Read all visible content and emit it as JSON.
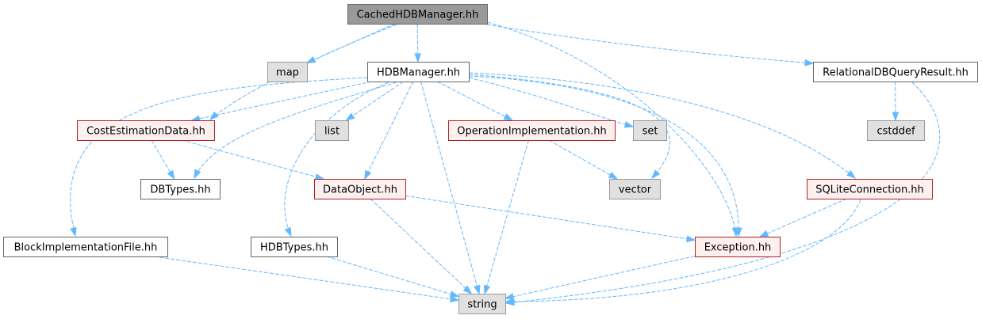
{
  "graph": {
    "nodes": [
      {
        "id": "cached",
        "label": "CachedHDBManager.hh",
        "kind": "root"
      },
      {
        "id": "map",
        "label": "map",
        "kind": "system"
      },
      {
        "id": "hdbmanager",
        "label": "HDBManager.hh",
        "kind": "normal"
      },
      {
        "id": "relational",
        "label": "RelationalDBQueryResult.hh",
        "kind": "normal"
      },
      {
        "id": "costest",
        "label": "CostEstimationData.hh",
        "kind": "incomplete"
      },
      {
        "id": "list",
        "label": "list",
        "kind": "system"
      },
      {
        "id": "opimpl",
        "label": "OperationImplementation.hh",
        "kind": "incomplete"
      },
      {
        "id": "set",
        "label": "set",
        "kind": "system"
      },
      {
        "id": "cstddef",
        "label": "cstddef",
        "kind": "system"
      },
      {
        "id": "dbtypes",
        "label": "DBTypes.hh",
        "kind": "normal"
      },
      {
        "id": "dataobject",
        "label": "DataObject.hh",
        "kind": "incomplete"
      },
      {
        "id": "vector",
        "label": "vector",
        "kind": "system"
      },
      {
        "id": "sqlite",
        "label": "SQLiteConnection.hh",
        "kind": "incomplete"
      },
      {
        "id": "blockimpl",
        "label": "BlockImplementationFile.hh",
        "kind": "normal"
      },
      {
        "id": "hdbtypes",
        "label": "HDBTypes.hh",
        "kind": "normal"
      },
      {
        "id": "exception",
        "label": "Exception.hh",
        "kind": "incomplete"
      },
      {
        "id": "string",
        "label": "string",
        "kind": "system"
      }
    ],
    "edges": [
      [
        "cached",
        "map"
      ],
      [
        "cached",
        "hdbmanager"
      ],
      [
        "cached",
        "relational"
      ],
      [
        "cached",
        "costest"
      ],
      [
        "cached",
        "exception"
      ],
      [
        "hdbmanager",
        "costest"
      ],
      [
        "hdbmanager",
        "list"
      ],
      [
        "hdbmanager",
        "opimpl"
      ],
      [
        "hdbmanager",
        "set"
      ],
      [
        "hdbmanager",
        "dbtypes"
      ],
      [
        "hdbmanager",
        "dataobject"
      ],
      [
        "hdbmanager",
        "vector"
      ],
      [
        "hdbmanager",
        "sqlite"
      ],
      [
        "hdbmanager",
        "blockimpl"
      ],
      [
        "hdbmanager",
        "hdbtypes"
      ],
      [
        "hdbmanager",
        "exception"
      ],
      [
        "hdbmanager",
        "string"
      ],
      [
        "relational",
        "cstddef"
      ],
      [
        "relational",
        "string"
      ],
      [
        "costest",
        "dbtypes"
      ],
      [
        "costest",
        "dataobject"
      ],
      [
        "opimpl",
        "vector"
      ],
      [
        "opimpl",
        "string"
      ],
      [
        "dataobject",
        "exception"
      ],
      [
        "dataobject",
        "string"
      ],
      [
        "sqlite",
        "exception"
      ],
      [
        "sqlite",
        "string"
      ],
      [
        "blockimpl",
        "string"
      ],
      [
        "hdbtypes",
        "string"
      ],
      [
        "exception",
        "string"
      ]
    ],
    "colors": {
      "edge": "#63b8ff",
      "root_fill": "#999999",
      "system_fill": "#e0e0e0",
      "system_border": "#999999",
      "normal_border": "#666666",
      "incomplete_border": "#b22222",
      "incomplete_fill": "#fff0f0",
      "incomplete_text": "#cc0000"
    }
  }
}
